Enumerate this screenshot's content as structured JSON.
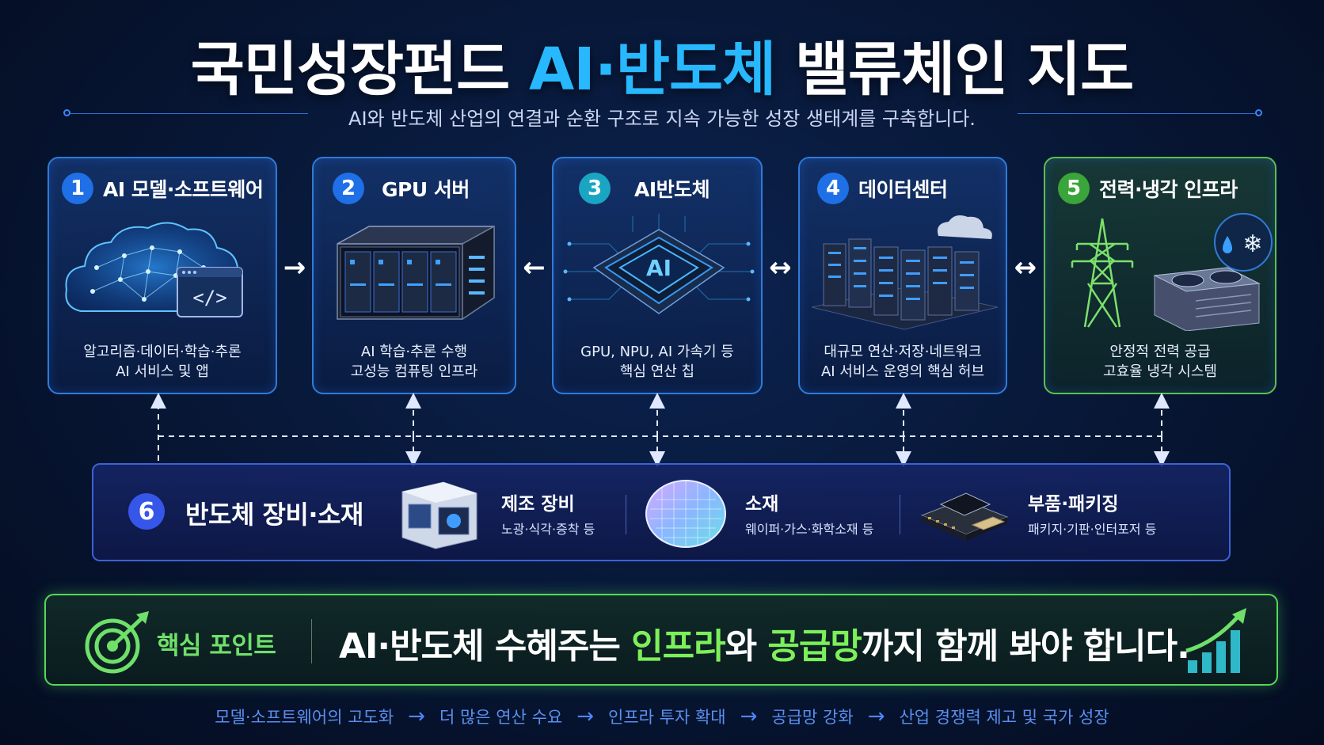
{
  "header": {
    "title_part1": "국민성장펀드 ",
    "title_highlight": "AI·반도체",
    "title_part2": " 밸류체인 지도",
    "subtitle": "AI와 반도체 산업의 연결과 순환 구조로 지속 가능한 성장 생태계를 구축합니다."
  },
  "cards": [
    {
      "num": "1",
      "title": "AI 모델·소프트웨어",
      "line1": "알고리즘·데이터·학습·추론",
      "line2": "AI 서비스 및 앱",
      "icon": "brain-cloud-code-icon"
    },
    {
      "num": "2",
      "title": "GPU 서버",
      "line1": "AI 학습·추론 수행",
      "line2": "고성능 컴퓨팅 인프라",
      "icon": "gpu-server-icon"
    },
    {
      "num": "3",
      "title": "AI반도체",
      "line1": "GPU, NPU, AI 가속기 등",
      "line2": "핵심 연산 칩",
      "icon": "ai-chip-icon",
      "chip_label": "AI"
    },
    {
      "num": "4",
      "title": "데이터센터",
      "line1": "대규모 연산·저장·네트워크",
      "line2": "AI 서비스 운영의 핵심 허브",
      "icon": "datacenter-icon"
    },
    {
      "num": "5",
      "title": "전력·냉각 인프라",
      "line1": "안정적 전력 공급",
      "line2": "고효율 냉각 시스템",
      "icon": "power-cooling-icon"
    }
  ],
  "connectors": [
    {
      "from": 1,
      "to": 2,
      "glyph": "→"
    },
    {
      "from": 3,
      "to": 2,
      "glyph": "←"
    },
    {
      "from": 3,
      "to": 4,
      "glyph": "↔"
    },
    {
      "from": 4,
      "to": 5,
      "glyph": "↔"
    }
  ],
  "equipment": {
    "num": "6",
    "title": "반도체 장비·소재",
    "items": [
      {
        "title": "제조 장비",
        "sub": "노광·식각·증착 등",
        "icon": "manufacturing-equipment-icon"
      },
      {
        "title": "소재",
        "sub": "웨이퍼·가스·화학소재 등",
        "icon": "wafer-icon"
      },
      {
        "title": "부품·패키징",
        "sub": "패키지·기판·인터포저 등",
        "icon": "chip-package-icon"
      }
    ]
  },
  "key_point": {
    "label": "핵심 포인트",
    "text_part1": "AI·반도체 수혜주는 ",
    "text_hl1": "인프라",
    "text_part2": "와 ",
    "text_hl2": "공급망",
    "text_part3": "까지 함께 봐야 합니다."
  },
  "flow": [
    "모델·소프트웨어의 고도화",
    "더 많은 연산 수요",
    "인프라 투자 확대",
    "공급망 강화",
    "산업 경쟁력 제고 및 국가 성장"
  ],
  "flow_arrow": "→",
  "colors": {
    "accent_blue": "#27b8ff",
    "accent_green": "#7cf05a",
    "card_border": "#2f7bd8",
    "card_green_border": "#5fbf4a"
  }
}
